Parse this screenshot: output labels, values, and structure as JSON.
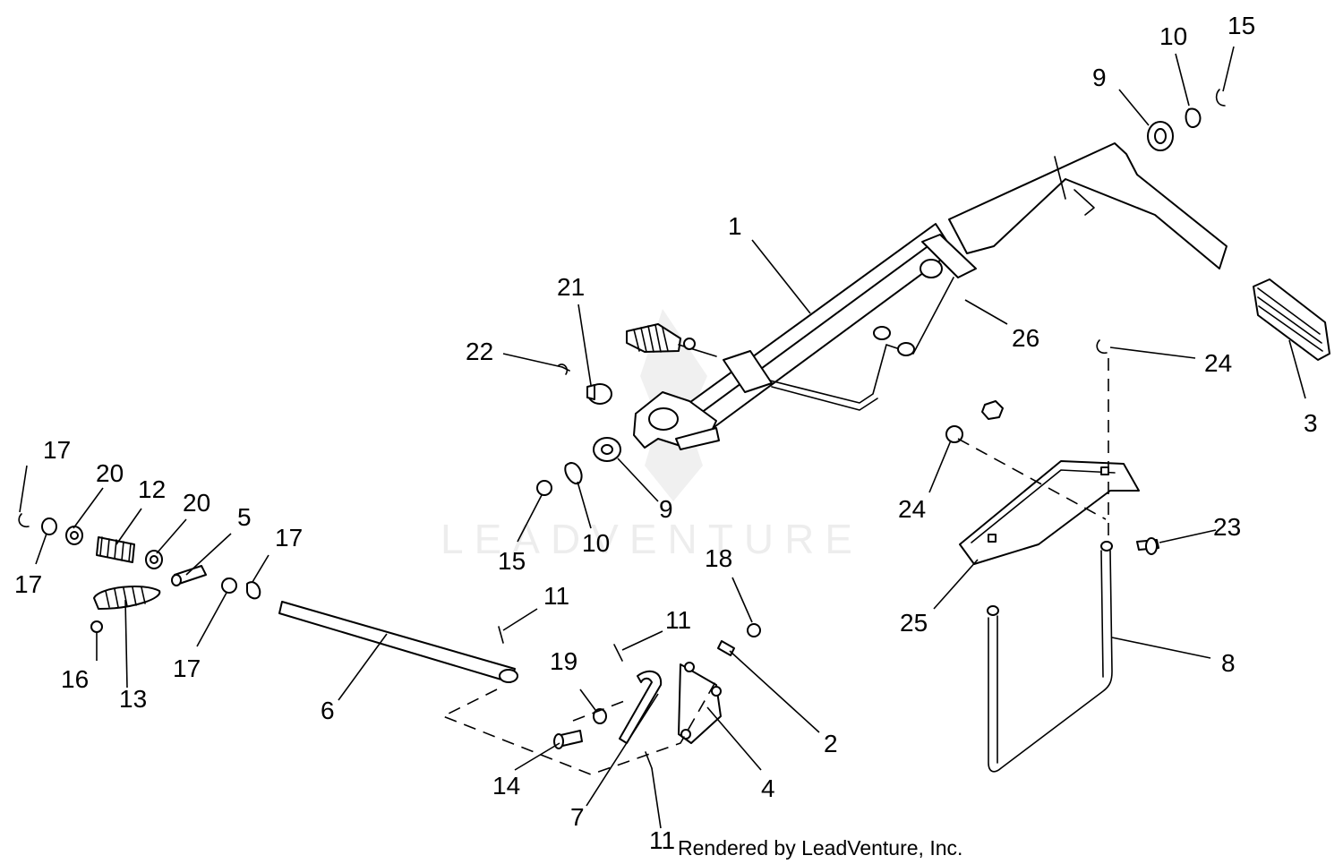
{
  "watermark": "LEADVENTURE",
  "credit": "Rendered by LeadVenture, Inc.",
  "callouts": {
    "c1": "1",
    "c2": "2",
    "c3": "3",
    "c4": "4",
    "c5": "5",
    "c6": "6",
    "c7": "7",
    "c8": "8",
    "c9a": "9",
    "c9b": "9",
    "c10a": "10",
    "c10b": "10",
    "c11a": "11",
    "c11b": "11",
    "c11c": "11",
    "c12": "12",
    "c13": "13",
    "c14": "14",
    "c15a": "15",
    "c15b": "15",
    "c16": "16",
    "c17a": "17",
    "c17b": "17",
    "c17c": "17",
    "c17d": "17",
    "c18": "18",
    "c19": "19",
    "c20a": "20",
    "c20b": "20",
    "c21": "21",
    "c22": "22",
    "c23": "23",
    "c24a": "24",
    "c24b": "24",
    "c25": "25",
    "c26": "26"
  }
}
